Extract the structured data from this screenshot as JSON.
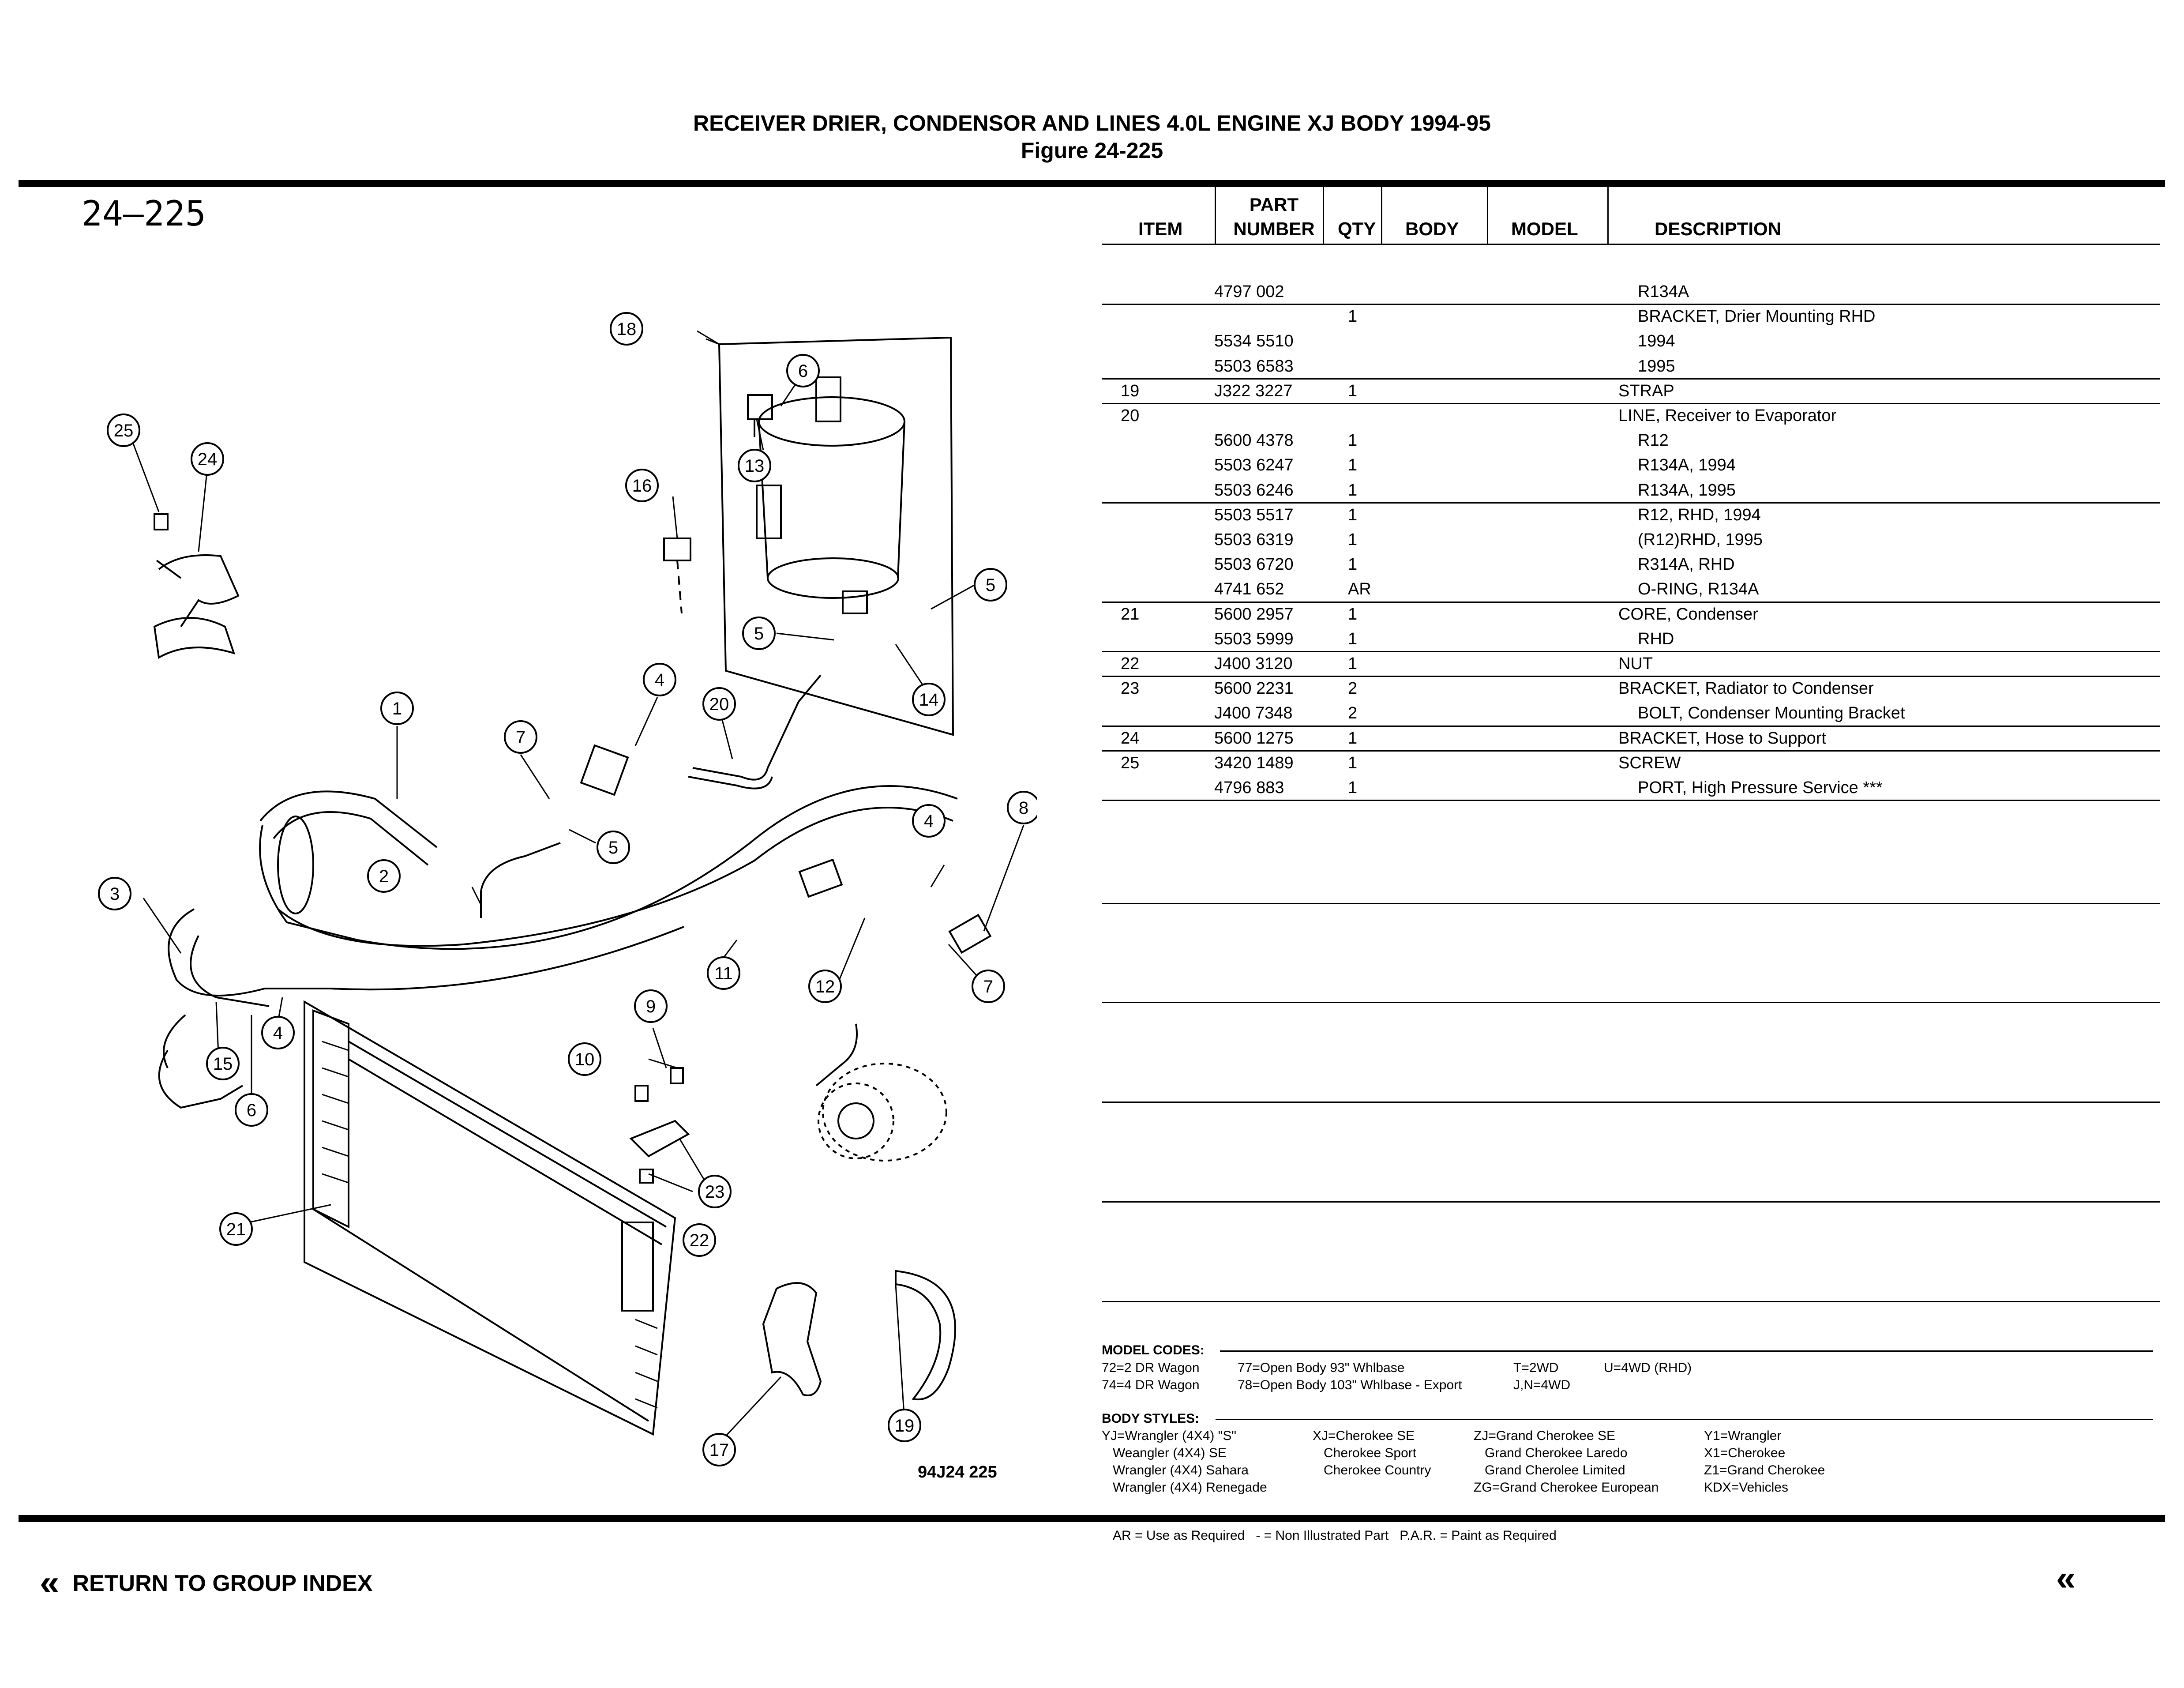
{
  "title": "RECEIVER DRIER, CONDENSOR AND LINES 4.0L ENGINE XJ BODY 1994-95",
  "figure": "Figure  24-225",
  "figure_number": "24–225",
  "diagram_code": "94J24  225",
  "callouts": [
    "1",
    "2",
    "3",
    "4",
    "4",
    "4",
    "5",
    "5",
    "5",
    "6",
    "6",
    "7",
    "7",
    "8",
    "9",
    "10",
    "11",
    "12",
    "13",
    "14",
    "15",
    "16",
    "17",
    "18",
    "19",
    "20",
    "21",
    "22",
    "23",
    "24",
    "25"
  ],
  "table": {
    "headers": {
      "item": "ITEM",
      "part1": "PART",
      "part2": "NUMBER",
      "qty": "QTY",
      "body": "BODY",
      "model": "MODEL",
      "desc": "DESCRIPTION"
    },
    "rows": [
      {
        "item": "",
        "part": "4797 002",
        "qty": "",
        "desc": "R134A",
        "indent": true
      },
      {
        "item": "",
        "part": "",
        "qty": "1",
        "desc": "BRACKET, Drier Mounting RHD",
        "indent": true
      },
      {
        "item": "",
        "part": "5534 5510",
        "qty": "",
        "desc": "1994",
        "indent": true
      },
      {
        "item": "",
        "part": "5503 6583",
        "qty": "",
        "desc": "1995",
        "indent": true
      },
      {
        "item": "19",
        "part": "J322 3227",
        "qty": "1",
        "desc": "STRAP",
        "indent": false
      },
      {
        "item": "20",
        "part": "",
        "qty": "",
        "desc": "LINE, Receiver to Evaporator",
        "indent": false
      },
      {
        "item": "",
        "part": "5600 4378",
        "qty": "1",
        "desc": "R12",
        "indent": true
      },
      {
        "item": "",
        "part": "5503 6247",
        "qty": "1",
        "desc": "R134A, 1994",
        "indent": true
      },
      {
        "item": "",
        "part": "5503 6246",
        "qty": "1",
        "desc": "R134A, 1995",
        "indent": true
      },
      {
        "item": "",
        "part": "5503 5517",
        "qty": "1",
        "desc": "R12, RHD, 1994",
        "indent": true
      },
      {
        "item": "",
        "part": "5503 6319",
        "qty": "1",
        "desc": "(R12)RHD, 1995",
        "indent": true
      },
      {
        "item": "",
        "part": "5503 6720",
        "qty": "1",
        "desc": "R314A, RHD",
        "indent": true
      },
      {
        "item": "",
        "part": "4741 652",
        "qty": "AR",
        "desc": "O-RING, R134A",
        "indent": true
      },
      {
        "item": "21",
        "part": "5600 2957",
        "qty": "1",
        "desc": "CORE, Condenser",
        "indent": false
      },
      {
        "item": "",
        "part": "5503 5999",
        "qty": "1",
        "desc": "RHD",
        "indent": true
      },
      {
        "item": "22",
        "part": "J400 3120",
        "qty": "1",
        "desc": "NUT",
        "indent": false
      },
      {
        "item": "23",
        "part": "5600 2231",
        "qty": "2",
        "desc": "BRACKET, Radiator to Condenser",
        "indent": false
      },
      {
        "item": "",
        "part": "J400 7348",
        "qty": "2",
        "desc": "BOLT, Condenser Mounting Bracket",
        "indent": true
      },
      {
        "item": "24",
        "part": "5600 1275",
        "qty": "1",
        "desc": "BRACKET, Hose to Support",
        "indent": false
      },
      {
        "item": "25",
        "part": "3420 1489",
        "qty": "1",
        "desc": "SCREW",
        "indent": false
      },
      {
        "item": "",
        "part": "4796 883",
        "qty": "1",
        "desc": "PORT, High Pressure Service ***",
        "indent": true
      }
    ]
  },
  "model_codes": {
    "label": "MODEL CODES:",
    "c1": [
      "72=2 DR Wagon",
      "74=4 DR Wagon"
    ],
    "c2": [
      "77=Open Body 93\" Whlbase",
      "78=Open Body 103\" Whlbase - Export"
    ],
    "c3": [
      "T=2WD",
      "J,N=4WD"
    ],
    "c4": [
      "U=4WD (RHD)"
    ]
  },
  "body_styles": {
    "label": "BODY STYLES:",
    "c1": [
      "YJ=Wrangler (4X4) \"S\"",
      "   Weangler (4X4) SE",
      "   Wrangler (4X4) Sahara",
      "   Wrangler (4X4) Renegade"
    ],
    "c2": [
      "XJ=Cherokee SE",
      "   Cherokee Sport",
      "   Cherokee Country"
    ],
    "c3": [
      "ZJ=Grand Cherokee SE",
      "   Grand Cherokee Laredo",
      "   Grand Cherolee Limited",
      "ZG=Grand Cherokee European"
    ],
    "c4": [
      "Y1=Wrangler",
      "X1=Cherokee",
      "Z1=Grand Cherokee",
      "KDX=Vehicles"
    ]
  },
  "legend": "AR = Use as Required   - = Non Illustrated Part   P.A.R. = Paint as Required",
  "nav": {
    "arrow": "«",
    "return_label": "RETURN TO GROUP INDEX"
  }
}
